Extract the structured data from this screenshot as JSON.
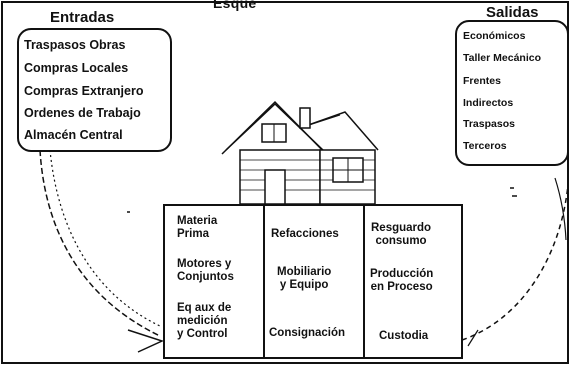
{
  "diagram": {
    "top_title": "Esque",
    "entradas": {
      "title": "Entradas",
      "items": [
        "Traspasos Obras",
        "Compras Locales",
        "Compras Extranjero",
        "Ordenes de Trabajo",
        "Almacén Central"
      ]
    },
    "salidas": {
      "title": "Salidas",
      "items": [
        "Económicos",
        "Taller Mecánico",
        "Frentes",
        "Indirectos",
        "Traspasos",
        "Terceros"
      ]
    },
    "categories": {
      "col1": [
        "Materia\nPrima",
        "Motores y\nConjuntos",
        "Eq aux de\nmedición\ny Control"
      ],
      "col2": [
        "Refacciones",
        "Mobiliario\ny Equipo",
        "Consignación"
      ],
      "col3": [
        "Resguardo\nconsumo",
        "Producción\nen Proceso",
        "Custodia"
      ]
    }
  }
}
